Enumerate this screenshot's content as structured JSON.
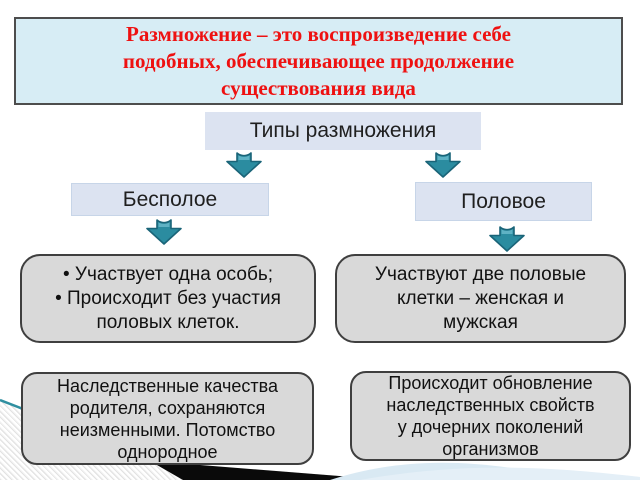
{
  "slide": {
    "title": "Размножение – это воспроизведение себе\nподобных, обеспечивающее продолжение\nсуществования вида",
    "root_label": "Типы размножения",
    "branches": {
      "asexual": {
        "label": "Бесполое",
        "features": "• Участвует одна особь;\n• Происходит без участия\nполовых клеток.",
        "outcome": "Наследственные качества\nродителя, сохраняются\nнеизменными. Потомство\nоднородное"
      },
      "sexual": {
        "label": "Половое",
        "features": "Участвуют две половые\nклетки – женская и\nмужская",
        "outcome": "Происходит обновление\nнаследственных свойств\nу дочерних поколений\nорганизмов"
      }
    },
    "colors": {
      "title_text": "#EE1111",
      "title_bg": "#D7EDF5",
      "node_bg": "#DCE3F1",
      "panel_bg": "#D9D9D9",
      "panel_border": "#3F3F3F",
      "arrow_teal": "#2B8CA0",
      "ribbon_black": "#0A0A0A",
      "ribbon_blue": "#D9E9F3"
    }
  }
}
